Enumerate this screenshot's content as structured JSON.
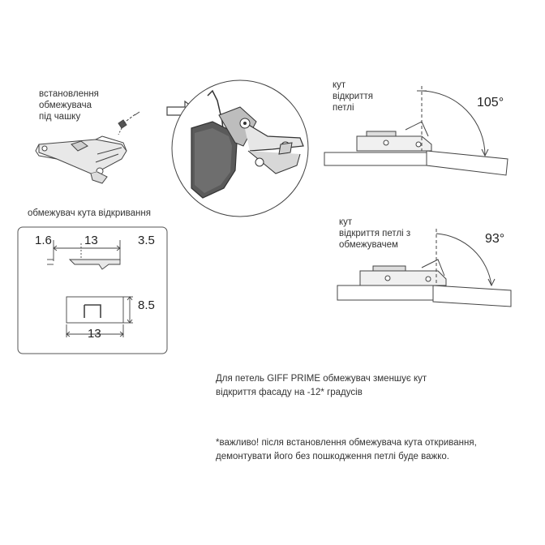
{
  "install_limiter": {
    "text": "встановлення\nобмежувача\nпід чашку"
  },
  "limiter_title": "обмежувач кута відкривання",
  "dimensions": {
    "left": "1.6",
    "middle": "13",
    "right": "3.5",
    "height": "8.5",
    "bottom": "13"
  },
  "angle_105": {
    "label": "кут\nвідкриття\nпетлі",
    "value": "105°"
  },
  "angle_93": {
    "label": "кут\nвідкриття петлі з\nобмежувачем",
    "value": "93°"
  },
  "note_prime": "Для петель GIFF PRIME обмежувач зменшує кут\nвідкриття фасаду на -12* градусів",
  "note_important": "*важливо! після встановлення обмежувача кута откривання,\nдемонтувати його без пошкодження петлі буде важко."
}
